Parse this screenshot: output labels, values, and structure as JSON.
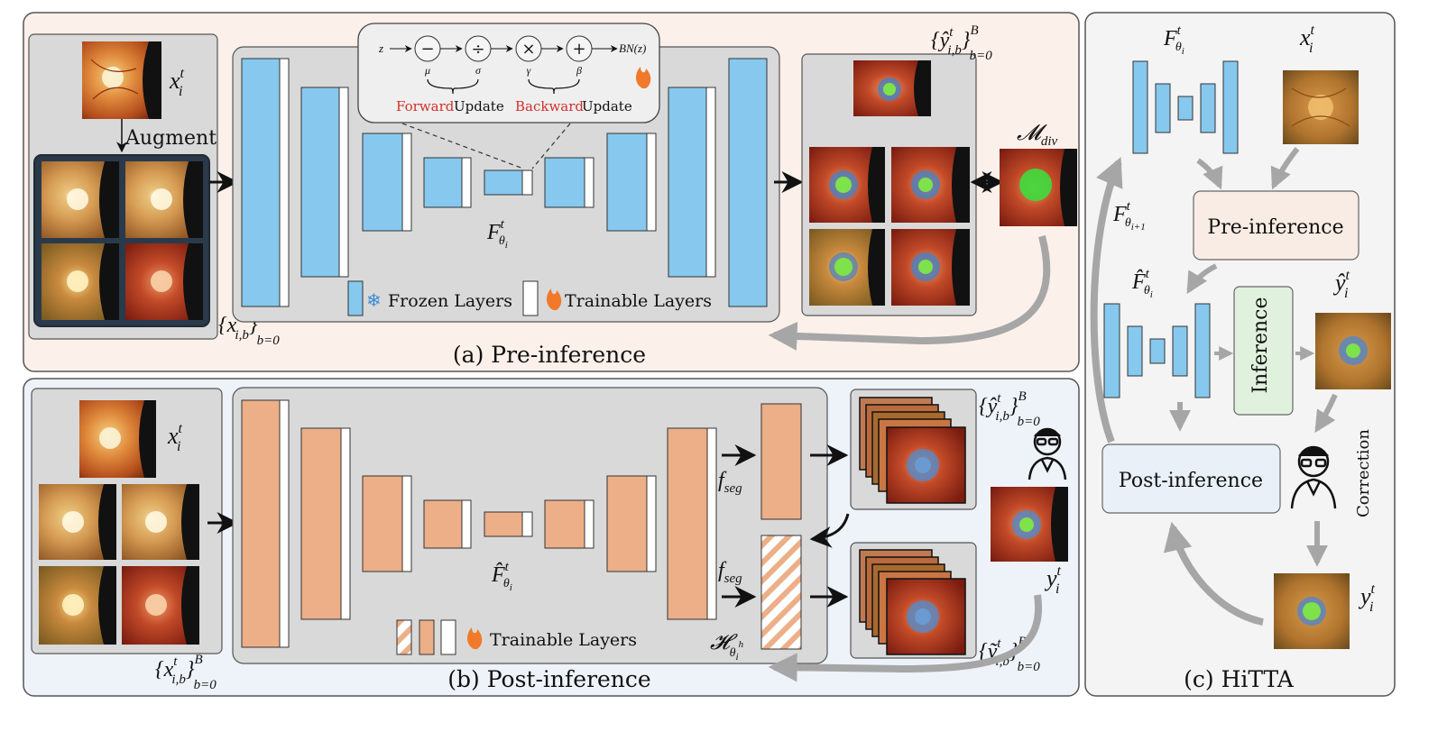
{
  "captions": {
    "pre": "(a) Pre-inference",
    "post": "(b) Post-inference",
    "hitta": "(c) HiTTA"
  },
  "labels": {
    "augment": "Augment",
    "frozen_layers": "Frozen Layers",
    "trainable_layers": "Trainable Layers",
    "forward": "Forward",
    "backward": "Backward",
    "update": "Update",
    "pre_inference_box": "Pre-inference",
    "inference_box": "Inference",
    "post_inference_box": "Post-inference",
    "correction": "Correction"
  },
  "bn_chain": {
    "input": "z",
    "output": "BN(z)",
    "ops": [
      "−",
      "÷",
      "×",
      "+"
    ],
    "params": [
      "μ",
      "σ",
      "γ",
      "β"
    ]
  },
  "math": {
    "x_it": "x",
    "x_ibt": "{x",
    "y_hat_set": "{ŷ",
    "y_tilde_set": "{ỹ",
    "F_theta": "F",
    "F_hat_theta": "F̂",
    "M_div": "𝓜",
    "H_theta": "𝓗",
    "f_seg": "f",
    "y_hat": "ŷ",
    "y": "y"
  },
  "colors": {
    "panel_a_bg": "#fcf0ea",
    "panel_b_bg": "#eef3f9",
    "panel_c_bg": "#f4f4f4",
    "inner_gray": "#d9d9d9",
    "frozen_blue": "#87c8ee",
    "trainable_orange": "#ecaf87",
    "accent_red": "#d0312d",
    "arrow_gray": "#a6a6a6",
    "pre_box": "#f8ece4",
    "inference_box": "#e0f1de",
    "post_box": "#e9f0f7"
  }
}
